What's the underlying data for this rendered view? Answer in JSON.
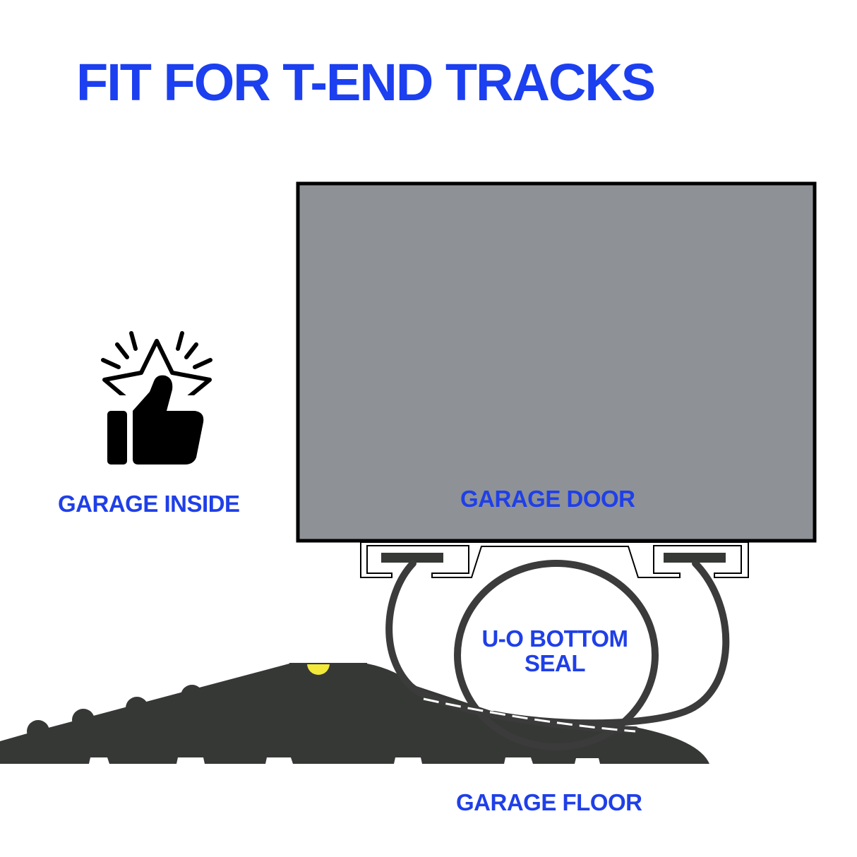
{
  "title": "FIT FOR T-END TRACKS",
  "labels": {
    "garage_inside": "GARAGE INSIDE",
    "garage_door": "GARAGE DOOR",
    "seal_line1": "U-O BOTTOM",
    "seal_line2": "SEAL",
    "garage_floor": "GARAGE FLOOR"
  },
  "icons": {
    "thumbs_up": "thumbs-up-star-icon"
  },
  "colors": {
    "title": "#1c3ff0",
    "label": "#1f3fe8",
    "door_fill": "#8e9296",
    "outline": "#000000",
    "seal": "#3a3b3a",
    "floor": "#363836",
    "highlight": "#f2e93a"
  }
}
